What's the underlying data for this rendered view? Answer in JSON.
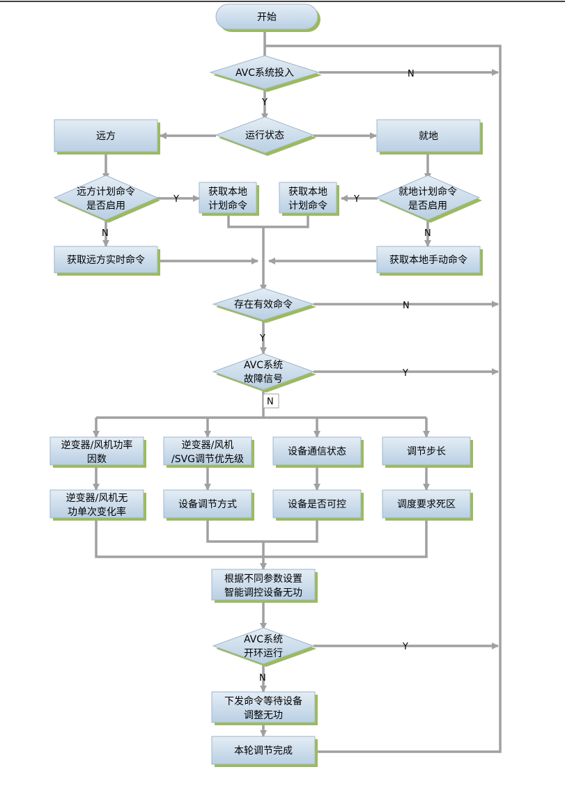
{
  "nodes": {
    "start": [
      "开始"
    ],
    "avc_on": [
      "AVC系统投入"
    ],
    "run_state": [
      "运行状态"
    ],
    "remote": [
      "远方"
    ],
    "local": [
      "就地"
    ],
    "remote_plan_enabled": [
      "远方计划命令",
      "是否启用"
    ],
    "get_local_plan_a": [
      "获取本地",
      "计划命令"
    ],
    "get_local_plan_b": [
      "获取本地",
      "计划命令"
    ],
    "local_plan_enabled": [
      "就地计划命令",
      "是否启用"
    ],
    "get_remote_realtime": [
      "获取远方实时命令"
    ],
    "get_local_manual": [
      "获取本地手动命令"
    ],
    "valid_cmd": [
      "存在有效命令"
    ],
    "avc_fault": [
      "AVC系统",
      "故障信号"
    ],
    "inverter_pf": [
      "逆变器/风机功率",
      "因数"
    ],
    "inverter_priority": [
      "逆变器/风机",
      "/SVG调节优先级"
    ],
    "comm_status": [
      "设备通信状态"
    ],
    "step": [
      "调节步长"
    ],
    "inverter_rate": [
      "逆变器/风机无",
      "功单次变化率"
    ],
    "adjust_mode": [
      "设备调节方式"
    ],
    "controllable": [
      "设备是否可控"
    ],
    "deadband": [
      "调度要求死区"
    ],
    "smart_control": [
      "根据不同参数设置",
      "智能调控设备无功"
    ],
    "avc_open_loop": [
      "AVC系统",
      "开环运行"
    ],
    "send_cmd": [
      "下发命令等待设备",
      "调整无功"
    ],
    "round_done": [
      "本轮调节完成"
    ]
  },
  "labels": {
    "avc_on_no": "N",
    "avc_on_yes": "Y",
    "remote_plan_yes": "Y",
    "local_plan_yes": "Y",
    "remote_plan_no": "N",
    "local_plan_no": "N",
    "valid_cmd_no": "N",
    "valid_cmd_yes": "Y",
    "fault_yes": "Y",
    "fault_no": "N",
    "open_loop_yes": "Y",
    "open_loop_no": "N"
  },
  "colors": {
    "fill_top": "#e4edf5",
    "fill_bottom": "#b9cfe3",
    "shadow": "#9bbb59",
    "line": "#a0a0a0"
  }
}
